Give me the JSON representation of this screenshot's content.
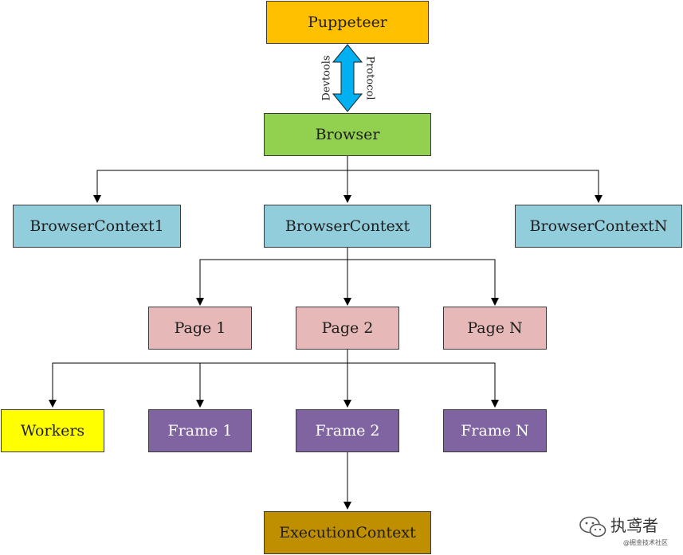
{
  "diagram": {
    "nodes": {
      "puppeteer": {
        "label": "Puppeteer",
        "color": "#FFC000"
      },
      "browser": {
        "label": "Browser",
        "color": "#92D050"
      },
      "browser_context_1": {
        "label": "BrowserContext1",
        "color": "#92CDDC"
      },
      "browser_context": {
        "label": "BrowserContext",
        "color": "#92CDDC"
      },
      "browser_context_n": {
        "label": "BrowserContextN",
        "color": "#92CDDC"
      },
      "page_1": {
        "label": "Page 1",
        "color": "#E6B9B8"
      },
      "page_2": {
        "label": "Page 2",
        "color": "#E6B9B8"
      },
      "page_n": {
        "label": "Page N",
        "color": "#E6B9B8"
      },
      "workers": {
        "label": "Workers",
        "color": "#FFFF00"
      },
      "frame_1": {
        "label": "Frame 1",
        "color": "#8064A2"
      },
      "frame_2": {
        "label": "Frame 2",
        "color": "#8064A2"
      },
      "frame_n": {
        "label": "Frame N",
        "color": "#8064A2"
      },
      "execution_context": {
        "label": "ExecutionContext",
        "color": "#BF8F00"
      }
    },
    "protocol_arrow": {
      "left_label": "Devtools",
      "right_label": "Protocol",
      "color": "#00B0F0"
    },
    "edges": [
      {
        "from": "browser",
        "to": "browser_context_1"
      },
      {
        "from": "browser",
        "to": "browser_context"
      },
      {
        "from": "browser",
        "to": "browser_context_n"
      },
      {
        "from": "browser_context",
        "to": "page_1"
      },
      {
        "from": "browser_context",
        "to": "page_2"
      },
      {
        "from": "browser_context",
        "to": "page_n"
      },
      {
        "from": "page_2",
        "to": "workers"
      },
      {
        "from": "page_2",
        "to": "frame_1"
      },
      {
        "from": "page_2",
        "to": "frame_2"
      },
      {
        "from": "page_2",
        "to": "frame_n"
      },
      {
        "from": "frame_2",
        "to": "execution_context"
      }
    ]
  },
  "watermark": {
    "name": "执鸢者",
    "subtitle": "@掘金技术社区",
    "icon": "wechat-icon"
  }
}
